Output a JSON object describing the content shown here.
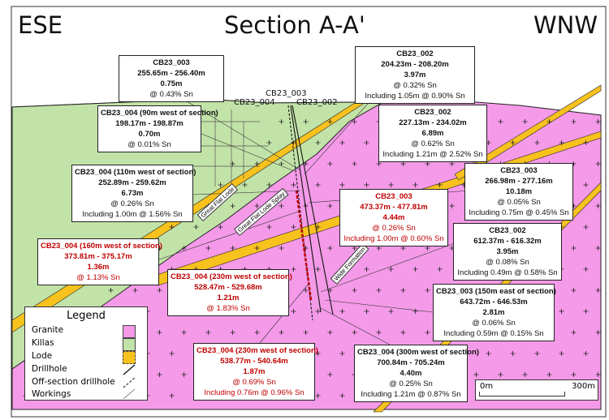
{
  "header": {
    "left": "ESE",
    "title": "Section A-A'",
    "right": "WNW"
  },
  "drillhole_labels": [
    "CB23_003",
    "CB23_004",
    "CB23_002"
  ],
  "lode_labels": [
    "Great Flat Lode",
    "Great Flat Lode Splay",
    "Wide Formation"
  ],
  "intercepts": [
    {
      "hole": "CB23_003",
      "interval": "255.65m - 256.40m",
      "width": "0.75m",
      "grade": "@ 0.43% Sn",
      "red": false
    },
    {
      "hole": "CB23_002",
      "interval": "204.23m - 208.20m",
      "width": "3.97m",
      "grade": "@ 0.32% Sn",
      "including": "Including 1.05m @ 0.90% Sn",
      "red": false
    },
    {
      "hole": "CB23_004 (90m west of section)",
      "interval": "198.17m - 198.87m",
      "width": "0.70m",
      "grade": "@ 0.01% Sn",
      "red": false
    },
    {
      "hole": "CB23_002",
      "interval": "227.13m - 234.02m",
      "width": "6.89m",
      "grade": "@ 0.62% Sn",
      "including": "Including 1.21m @ 2.52% Sn",
      "red": false
    },
    {
      "hole": "CB23_004 (110m west of section)",
      "interval": "252.89m - 259.62m",
      "width": "6.73m",
      "grade": "@ 0.26% Sn",
      "including": "Including 1.00m @ 1.56% Sn",
      "red": false
    },
    {
      "hole": "CB23_003",
      "interval": "266.98m - 277.16m",
      "width": "10.18m",
      "grade": "@ 0.05% Sn",
      "including": "Including 0.75m @ 0.45% Sn",
      "red": false
    },
    {
      "hole": "CB23_003",
      "interval": "473.37m - 477.81m",
      "width": "4.44m",
      "grade": "@ 0.26% Sn",
      "including": "Including 1.00m @ 0.60% Sn",
      "red": true
    },
    {
      "hole": "CB23_004 (160m west of section)",
      "interval": "373.81m - 375.17m",
      "width": "1.36m",
      "grade": "@ 1.13% Sn",
      "red": true
    },
    {
      "hole": "CB23_002",
      "interval": "612.37m - 616.32m",
      "width": "3.95m",
      "grade": "@ 0.08% Sn",
      "including": "Including 0.49m @ 0.58% Sn",
      "red": false
    },
    {
      "hole": "CB23_004 (230m west of section)",
      "interval": "528.47m - 529.68m",
      "width": "1.21m",
      "grade": "@ 1.83% Sn",
      "red": true
    },
    {
      "hole": "CB23_003 (150m east of section)",
      "interval": "643.72m - 646.53m",
      "width": "2.81m",
      "grade": "@ 0.06% Sn",
      "including": "Including 0.59m @ 0.15% Sn",
      "red": false
    },
    {
      "hole": "CB23_004 (230m west of section)",
      "interval": "538.77m - 540.64m",
      "width": "1.87m",
      "grade": "@ 0.69% Sn",
      "including": "Including 0.76m @ 0.96% Sn",
      "red": true
    },
    {
      "hole": "CB23_004 (300m west of section)",
      "interval": "700.84m - 705.24m",
      "width": "4.40m",
      "grade": "@ 0.25% Sn",
      "including": "Including 1.21m @ 0.87% Sn",
      "red": false
    }
  ],
  "legend": {
    "title": "Legend",
    "items": [
      {
        "label": "Granite",
        "color": "#f49ae8"
      },
      {
        "label": "Killas",
        "color": "#c2e3a8"
      },
      {
        "label": "Lode",
        "color": "#f7c21e"
      },
      {
        "label": "Drillhole"
      },
      {
        "label": "Off-section drillhole"
      },
      {
        "label": "Workings"
      }
    ]
  },
  "scale": {
    "start": "0m",
    "end": "300m"
  }
}
